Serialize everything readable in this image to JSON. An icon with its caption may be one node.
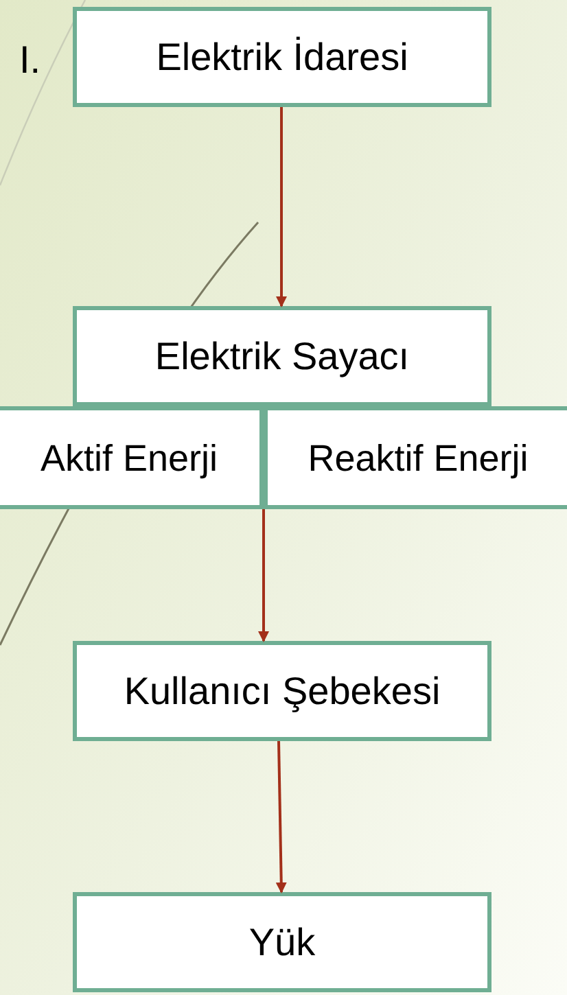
{
  "diagram": {
    "nodes": [
      {
        "text": [
          "Elektrik İdaresi"
        ]
      },
      {
        "text": [
          "Elektrik Sayacı"
        ]
      },
      {
        "text": [
          "Aktif Enerji"
        ]
      },
      {
        "text": [
          "Reaktif Enerji"
        ]
      },
      {
        "text": [
          "Kullanıcı Şebekesi"
        ]
      },
      {
        "text": [
          "Yük"
        ]
      }
    ],
    "edges": [
      {
        "from": 0,
        "to": 1,
        "arrow": "to"
      },
      {
        "from": 2,
        "to": 4,
        "arrow": "to"
      },
      {
        "from": 4,
        "to": 5,
        "arrow": "to"
      }
    ],
    "labels": [
      "I."
    ]
  }
}
